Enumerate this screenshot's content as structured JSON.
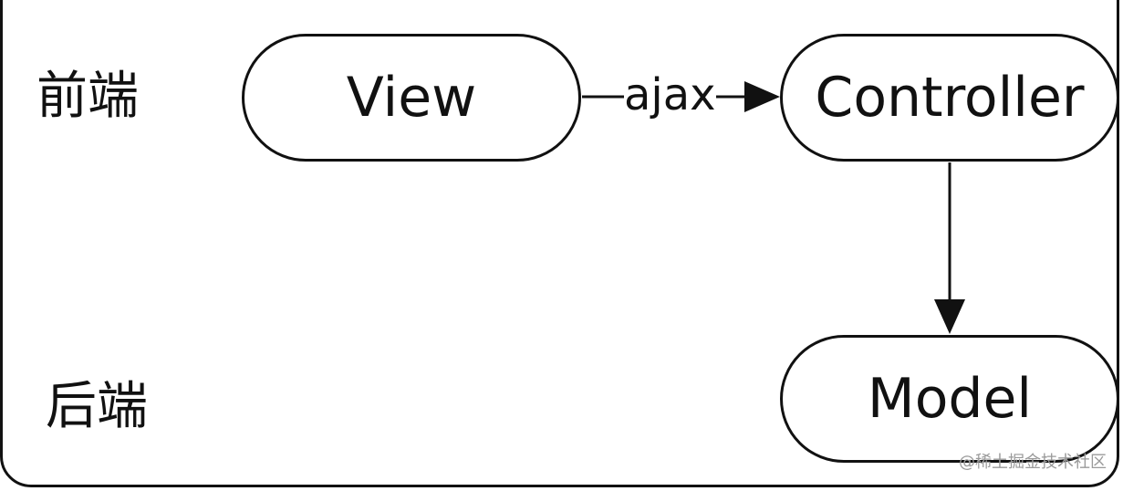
{
  "lanes": {
    "frontend": "前端",
    "backend": "后端"
  },
  "nodes": {
    "view": "View",
    "controller": "Controller",
    "model": "Model"
  },
  "edges": {
    "view_to_controller": "ajax"
  },
  "watermark": "@稀土掘金技术社区"
}
